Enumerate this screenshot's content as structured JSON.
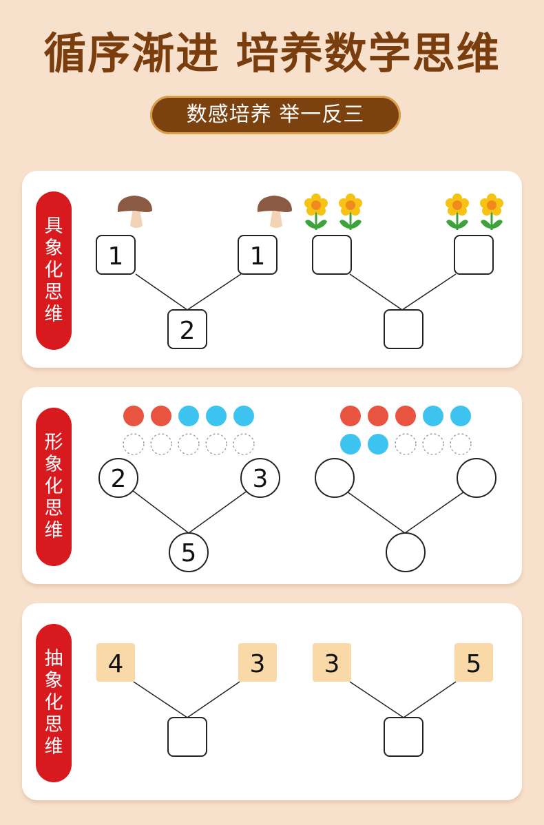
{
  "header": {
    "title": "循序渐进 培养数学思维",
    "subtitle": "数感培养 举一反三"
  },
  "sections": [
    {
      "tag": [
        "具",
        "象",
        "化",
        "思",
        "维"
      ],
      "examples": [
        {
          "icon": "mushroom-icon",
          "left": "1",
          "right": "1",
          "sum": "2"
        },
        {
          "icon": "flower-icon",
          "left": "",
          "right": "",
          "sum": ""
        }
      ]
    },
    {
      "tag": [
        "形",
        "象",
        "化",
        "思",
        "维"
      ],
      "examples": [
        {
          "left": "2",
          "right": "3",
          "sum": "5",
          "dots_filled": [
            "red",
            "red",
            "blue",
            "blue",
            "blue"
          ],
          "dots_row2": [
            "empty",
            "empty",
            "empty",
            "empty",
            "empty"
          ]
        },
        {
          "left": "",
          "right": "",
          "sum": "",
          "dots_filled": [
            "red",
            "red",
            "red",
            "blue",
            "blue"
          ],
          "dots_row2": [
            "blue",
            "blue",
            "empty",
            "empty",
            "empty"
          ]
        }
      ]
    },
    {
      "tag": [
        "抽",
        "象",
        "化",
        "思",
        "维"
      ],
      "examples": [
        {
          "left": "4",
          "right": "3",
          "sum": ""
        },
        {
          "left": "3",
          "right": "5",
          "sum": ""
        }
      ]
    }
  ],
  "colors": {
    "background": "#f8e1cc",
    "title": "#7a3d0d",
    "tag": "#d8191e",
    "dot_red": "#e8543f",
    "dot_blue": "#3cc3ef",
    "number_tile": "#f9d9a8"
  }
}
